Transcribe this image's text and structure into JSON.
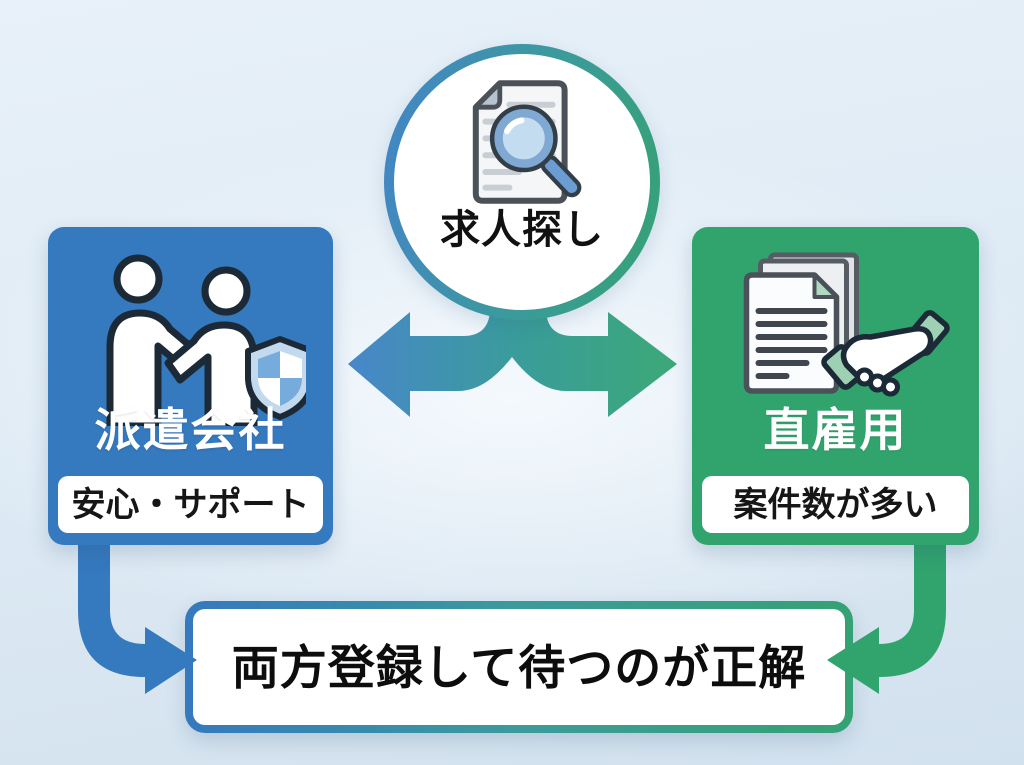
{
  "diagram": {
    "title_node": {
      "label": "求人探し",
      "icon": "document-search-icon"
    },
    "left_box": {
      "title": "派遣会社",
      "badge": "安心・サポート",
      "icon": "handshake-shield-icon",
      "color": "#3579BE"
    },
    "right_box": {
      "title": "直雇用",
      "badge": "案件数が多い",
      "icon": "documents-handshake-icon",
      "color": "#31A46E"
    },
    "conclusion": {
      "label": "両方登録して待つのが正解"
    },
    "colors": {
      "blue": "#3579BE",
      "green": "#31A46E",
      "teal_mid": "#3B9B9B",
      "background": "#DFEBF5",
      "text_dark": "#111111",
      "text_light": "#FFFFFF",
      "shield_fill": "#C3D9EE",
      "shield_accent": "#76ACDC",
      "cuff_green": "#9ED0B4",
      "magnifier_blue": "#6B9CD2",
      "lens_blue": "#C3DCF0"
    }
  }
}
